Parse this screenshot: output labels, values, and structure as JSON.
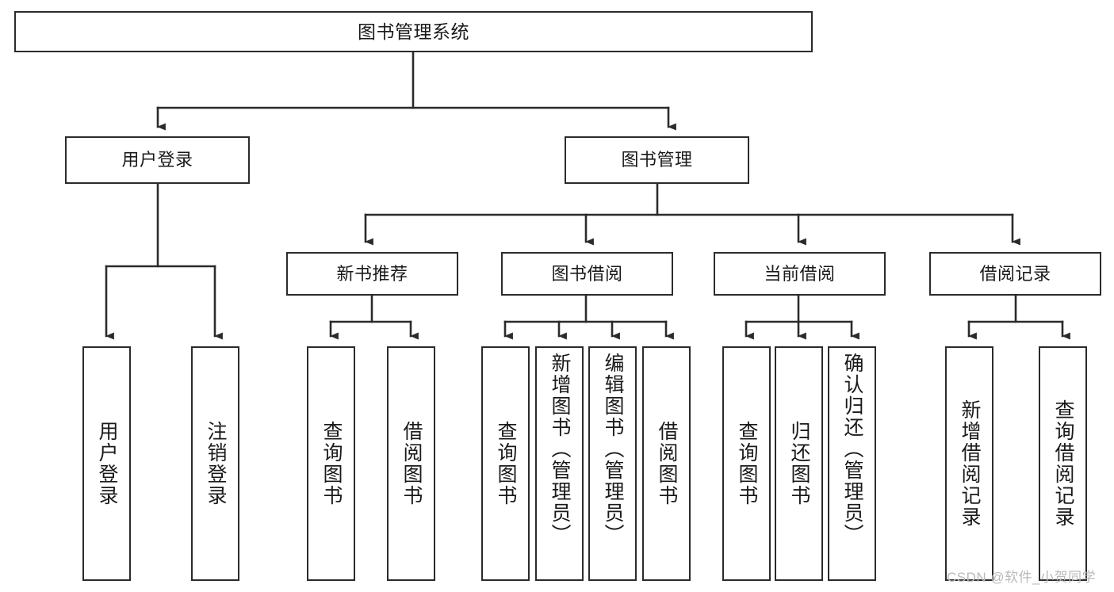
{
  "diagram": {
    "title": "图书管理系统",
    "type": "hierarchy-tree",
    "root": {
      "name": "root",
      "label": "图书管理系统"
    },
    "level1": [
      {
        "name": "user-login",
        "label": "用户登录"
      },
      {
        "name": "book-management",
        "label": "图书管理"
      }
    ],
    "level2": [
      {
        "name": "new-book-recommend",
        "label": "新书推荐"
      },
      {
        "name": "book-borrow",
        "label": "图书借阅"
      },
      {
        "name": "current-borrow",
        "label": "当前借阅"
      },
      {
        "name": "borrow-record",
        "label": "借阅记录"
      }
    ],
    "leaves": [
      {
        "name": "leaf-user-login",
        "label": "用户登录",
        "parent": "用户登录"
      },
      {
        "name": "leaf-logout-login",
        "label": "注销登录",
        "parent": "用户登录"
      },
      {
        "name": "leaf-query-book-1",
        "label": "查询图书",
        "parent": "新书推荐"
      },
      {
        "name": "leaf-borrow-book-1",
        "label": "借阅图书",
        "parent": "新书推荐"
      },
      {
        "name": "leaf-query-book-2",
        "label": "查询图书",
        "parent": "图书借阅"
      },
      {
        "name": "leaf-add-book",
        "label": "新增图书（管理员）",
        "parent": "图书借阅"
      },
      {
        "name": "leaf-edit-book",
        "label": "编辑图书（管理员）",
        "parent": "图书借阅"
      },
      {
        "name": "leaf-borrow-book-2",
        "label": "借阅图书",
        "parent": "图书借阅"
      },
      {
        "name": "leaf-query-book-3",
        "label": "查询图书",
        "parent": "当前借阅"
      },
      {
        "name": "leaf-return-book",
        "label": "归还图书",
        "parent": "当前借阅"
      },
      {
        "name": "leaf-confirm-return",
        "label": "确认归还（管理员）",
        "parent": "当前借阅"
      },
      {
        "name": "leaf-add-borrow-record",
        "label": "新增借阅记录",
        "parent": "借阅记录"
      },
      {
        "name": "leaf-query-borrow-record",
        "label": "查询借阅记录",
        "parent": "借阅记录"
      }
    ],
    "colors": {
      "stroke": "#2b2b2b",
      "background": "#ffffff",
      "text": "#1a1a1a",
      "watermark": "#b9b9b9"
    }
  },
  "watermark": {
    "text": "CSDN @软件_小贺同学"
  }
}
